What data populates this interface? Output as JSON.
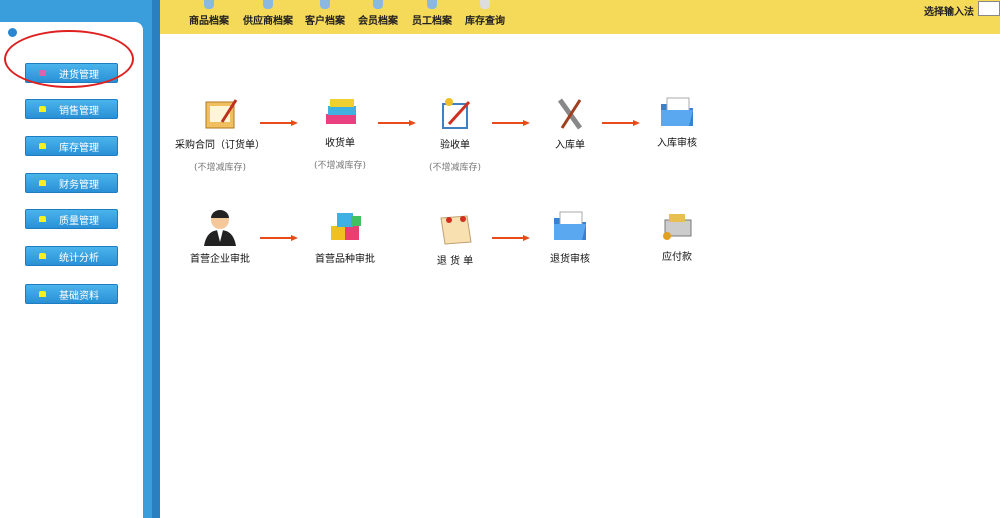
{
  "sidebar": {
    "items": [
      {
        "label": "进货管理",
        "active": true
      },
      {
        "label": "销售管理"
      },
      {
        "label": "库存管理"
      },
      {
        "label": "财务管理"
      },
      {
        "label": "质量管理"
      },
      {
        "label": "统计分析"
      },
      {
        "label": "基础资料"
      }
    ]
  },
  "topbar": {
    "items": [
      "商品档案",
      "供应商档案",
      "客户档案",
      "会员档案",
      "员工档案",
      "库存查询"
    ],
    "ime_label": "选择输入法",
    "ime_value": ""
  },
  "flow": {
    "row1": [
      {
        "label": "采购合同（订货单）",
        "sub": "(不增减库存)",
        "icon": "contract-icon"
      },
      {
        "label": "收货单",
        "sub": "(不增减库存)",
        "icon": "goods-stack-icon"
      },
      {
        "label": "验收单",
        "sub": "(不增减库存)",
        "icon": "checklist-icon"
      },
      {
        "label": "入库单",
        "icon": "tools-icon"
      },
      {
        "label": "入库审核",
        "icon": "folder-icon"
      }
    ],
    "row2": [
      {
        "label": "首营企业审批",
        "icon": "person-icon"
      },
      {
        "label": "首营品种审批",
        "icon": "boxes-icon"
      },
      {
        "label": "退 货 单",
        "icon": "note-icon"
      },
      {
        "label": "退货审核",
        "icon": "folder-icon"
      },
      {
        "label": "应付款",
        "icon": "money-icon"
      }
    ]
  },
  "colors": {
    "accent": "#3a9ddc",
    "topbar": "#f5da5a",
    "arrow": "#e84a1a"
  }
}
